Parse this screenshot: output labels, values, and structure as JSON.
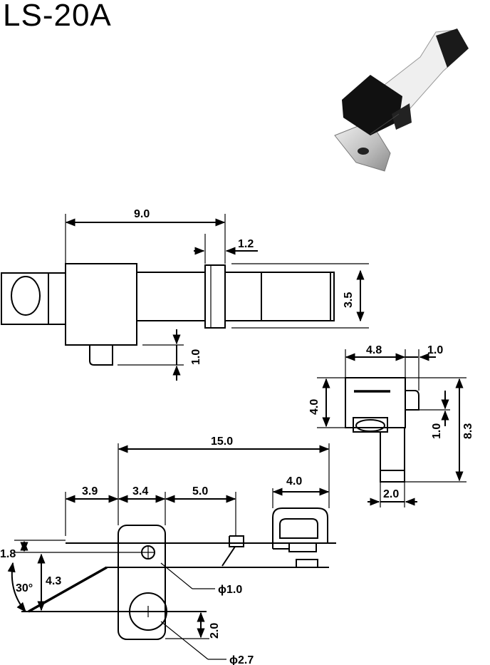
{
  "title": "LS-20A",
  "colors": {
    "ink": "#000000",
    "background": "#ffffff",
    "photo_body": "#111111",
    "photo_metal": "#d9d9d9"
  },
  "top_view": {
    "dim_length": "9.0",
    "dim_collar": "1.2",
    "dim_height": "3.5",
    "dim_pin": "1.0"
  },
  "side_view": {
    "dim_width": "4.8",
    "dim_tab": "1.0",
    "dim_body": "4.0",
    "dim_pin": "1.0",
    "dim_total": "8.3",
    "dim_leg": "2.0"
  },
  "bottom_view": {
    "dim_total": "15.0",
    "dim_a": "3.9",
    "dim_b": "3.4",
    "dim_c": "5.0",
    "dim_d": "4.0",
    "dim_e": "1.8",
    "dim_f": "4.3",
    "angle": "30°",
    "dim_g": "2.0",
    "hole_small": "ϕ1.0",
    "hole_large": "ϕ2.7"
  }
}
